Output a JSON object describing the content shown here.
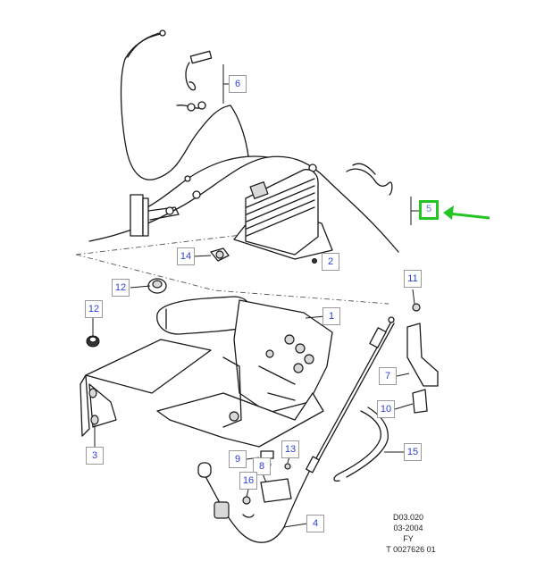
{
  "callouts": {
    "c1": "1",
    "c2": "2",
    "c3": "3",
    "c4": "4",
    "c5": "5",
    "c6": "6",
    "c7": "7",
    "c8": "8",
    "c9": "9",
    "c10": "10",
    "c11": "11",
    "c12a": "12",
    "c12b": "12",
    "c13": "13",
    "c14": "14",
    "c15": "15",
    "c16": "16"
  },
  "reference": {
    "line1": "D03.020",
    "line2": "03-2004",
    "line3": "FY",
    "line4": "T 0027626 01"
  },
  "colors": {
    "callout_text": "#2b3fd6",
    "highlight": "#22c522"
  }
}
